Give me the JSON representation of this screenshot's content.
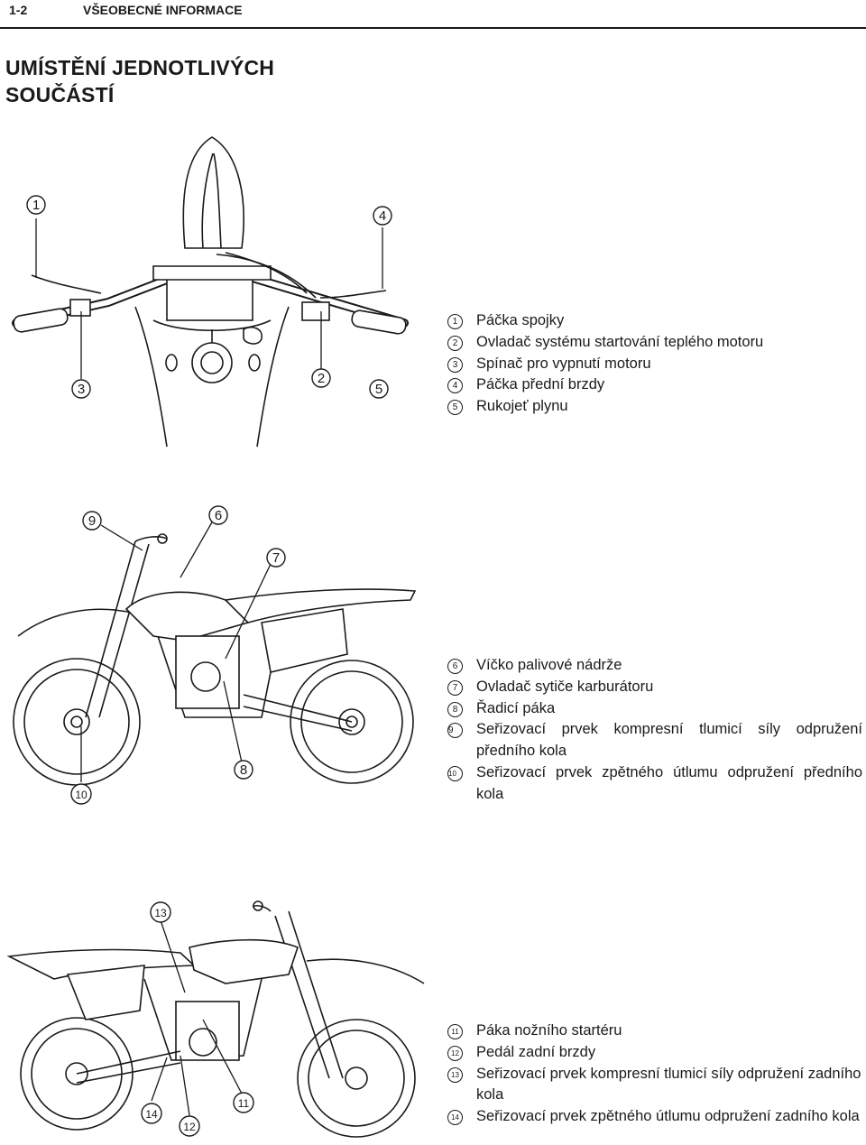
{
  "header": {
    "page_number": "1-2",
    "section": "VŠEOBECNÉ INFORMACE"
  },
  "title": {
    "line1": "UMÍSTĚNÍ JEDNOTLIVÝCH",
    "line2": "SOUČÁSTÍ"
  },
  "figure1": {
    "callouts": [
      "1",
      "2",
      "3",
      "4",
      "5"
    ],
    "legend": [
      {
        "num": "1",
        "text": "Páčka spojky"
      },
      {
        "num": "2",
        "text": "Ovladač systému startování teplého motoru"
      },
      {
        "num": "3",
        "text": "Spínač pro vypnutí motoru"
      },
      {
        "num": "4",
        "text": "Páčka přední brzdy"
      },
      {
        "num": "5",
        "text": "Rukojeť plynu"
      }
    ]
  },
  "figure2": {
    "callouts": [
      "6",
      "7",
      "8",
      "9",
      "10"
    ],
    "legend": [
      {
        "num": "6",
        "text": "Víčko palivové nádrže"
      },
      {
        "num": "7",
        "text": "Ovladač sytiče karburátoru"
      },
      {
        "num": "8",
        "text": "Řadicí páka"
      },
      {
        "num": "9",
        "text": "Seřizovací prvek kompresní tlumicí síly odpružení předního kola"
      },
      {
        "num": "10",
        "text": "Seřizovací prvek zpětného útlumu odpružení předního kola"
      }
    ]
  },
  "figure3": {
    "callouts": [
      "11",
      "12",
      "13",
      "14"
    ],
    "legend": [
      {
        "num": "11",
        "text": "Páka nožního startéru"
      },
      {
        "num": "12",
        "text": "Pedál zadní brzdy"
      },
      {
        "num": "13",
        "text": "Seřizovací prvek kompresní tlumicí síly odpružení zadního kola"
      },
      {
        "num": "14",
        "text": "Seřizovací prvek zpětného útlumu odpružení zadního kola"
      }
    ]
  }
}
